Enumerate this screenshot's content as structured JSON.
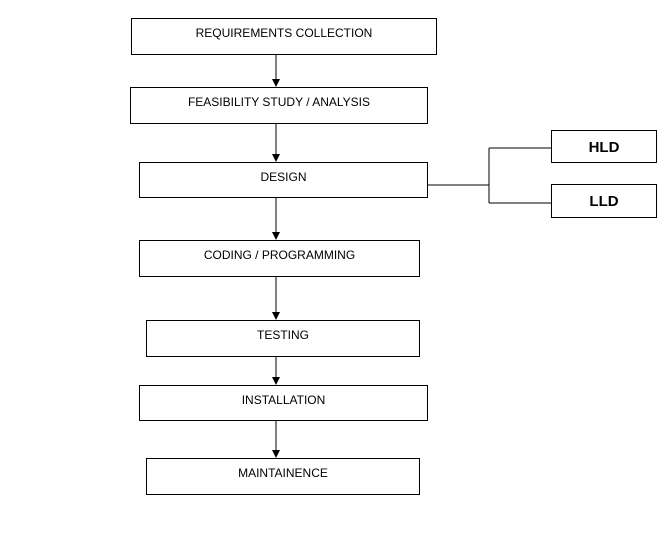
{
  "diagram": {
    "process_steps": [
      {
        "label": "REQUIREMENTS COLLECTION"
      },
      {
        "label": "FEASIBILITY STUDY / ANALYSIS"
      },
      {
        "label": "DESIGN"
      },
      {
        "label": "CODING / PROGRAMMING"
      },
      {
        "label": "TESTING"
      },
      {
        "label": "INSTALLATION"
      },
      {
        "label": "MAINTAINENCE"
      }
    ],
    "design_branches": [
      {
        "label": "HLD"
      },
      {
        "label": "LLD"
      }
    ],
    "colors": {
      "line": "#000000",
      "box_border": "#000000",
      "background": "#ffffff"
    }
  }
}
